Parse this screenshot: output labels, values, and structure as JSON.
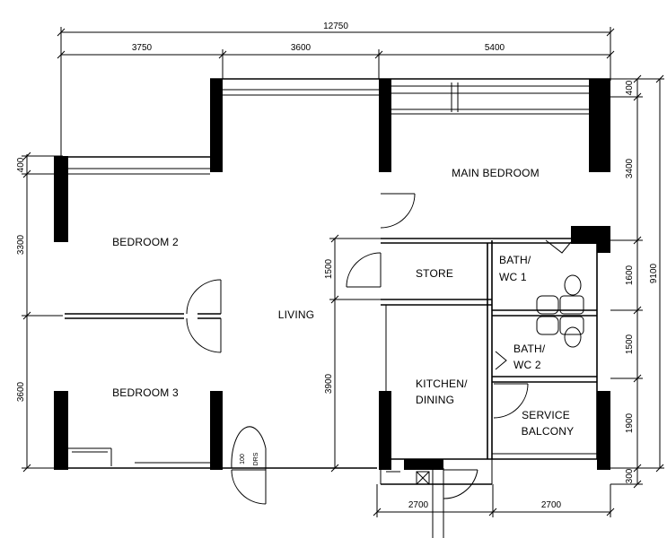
{
  "dimensions": {
    "overall_width": "12750",
    "top_segments": [
      "3750",
      "3600",
      "5400"
    ],
    "bottom_segments": [
      "2700",
      "2700"
    ],
    "left_segments": [
      "400",
      "3300",
      "3600"
    ],
    "right_segments": [
      "400",
      "3400",
      "1600",
      "1500",
      "1900",
      "300"
    ],
    "right_total": "9100",
    "inner_store_height": "1500",
    "inner_kitchen_height": "3900"
  },
  "rooms": {
    "main_bedroom": "MAIN BEDROOM",
    "bedroom_2": "BEDROOM 2",
    "bedroom_3": "BEDROOM 3",
    "living": "LIVING",
    "store": "STORE",
    "bath_wc1_line1": "BATH/",
    "bath_wc1_line2": "WC 1",
    "bath_wc2_line1": "BATH/",
    "bath_wc2_line2": "WC 2",
    "kitchen_line1": "KITCHEN/",
    "kitchen_line2": "DINING",
    "service_line1": "SERVICE",
    "service_line2": "BALCONY"
  },
  "entrance_label": [
    "100",
    "DRS"
  ]
}
